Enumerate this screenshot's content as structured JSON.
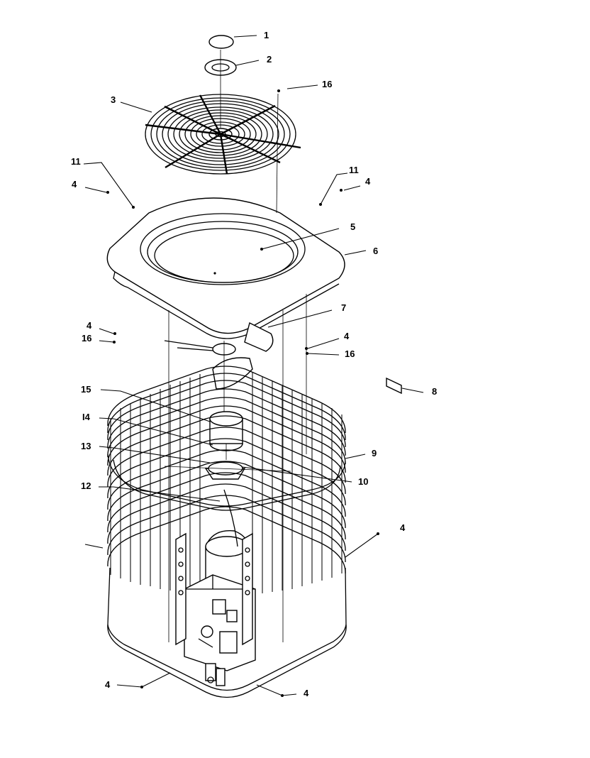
{
  "callouts": [
    {
      "id": "c1",
      "label": "1"
    },
    {
      "id": "c2",
      "label": "2"
    },
    {
      "id": "c3",
      "label": "3"
    },
    {
      "id": "c16a",
      "label": "16"
    },
    {
      "id": "c11a",
      "label": "11"
    },
    {
      "id": "c4a",
      "label": "4"
    },
    {
      "id": "c11b",
      "label": "11"
    },
    {
      "id": "c4b",
      "label": "4"
    },
    {
      "id": "c5",
      "label": "5"
    },
    {
      "id": "c6",
      "label": "6"
    },
    {
      "id": "c7",
      "label": "7"
    },
    {
      "id": "c4c",
      "label": "4"
    },
    {
      "id": "c16b",
      "label": "16"
    },
    {
      "id": "c4d",
      "label": "4"
    },
    {
      "id": "c16c",
      "label": "16"
    },
    {
      "id": "c8",
      "label": "8"
    },
    {
      "id": "c15",
      "label": "15"
    },
    {
      "id": "c14",
      "label": "I4"
    },
    {
      "id": "c13",
      "label": "13"
    },
    {
      "id": "c9",
      "label": "9"
    },
    {
      "id": "c12",
      "label": "12"
    },
    {
      "id": "c10",
      "label": "10"
    },
    {
      "id": "c4e",
      "label": "4"
    },
    {
      "id": "c4f",
      "label": "4"
    },
    {
      "id": "c4g",
      "label": "4"
    }
  ]
}
